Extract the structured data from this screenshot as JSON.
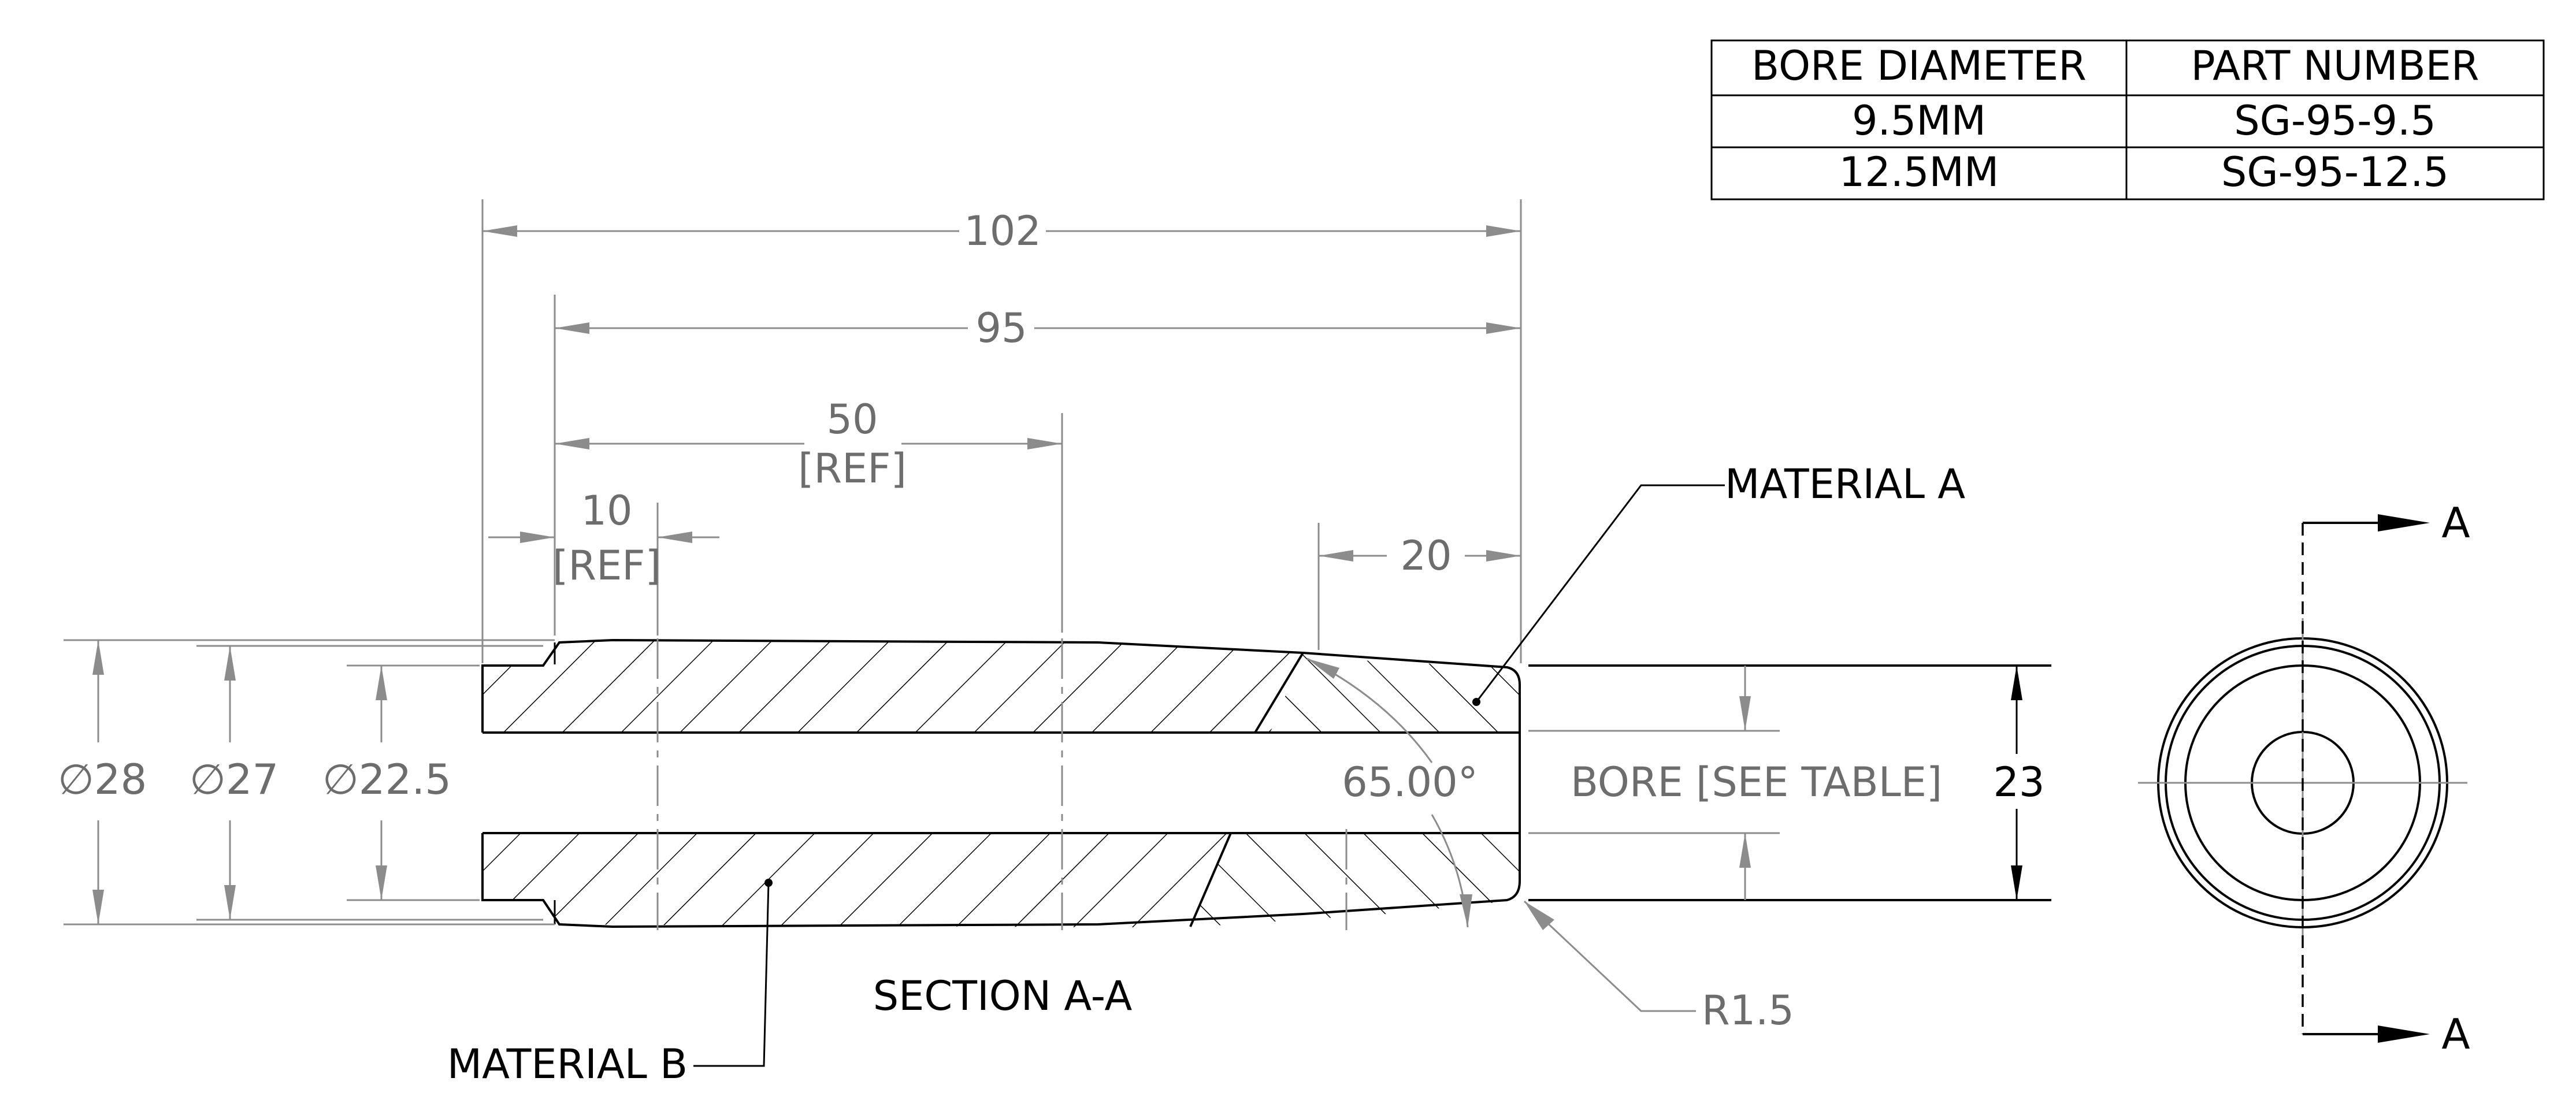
{
  "table": {
    "headers": [
      "BORE DIAMETER",
      "PART NUMBER"
    ],
    "rows": [
      [
        "9.5MM",
        "SG-95-9.5"
      ],
      [
        "12.5MM",
        "SG-95-12.5"
      ]
    ]
  },
  "dimensions": {
    "overall_length": "102",
    "length_95": "95",
    "length_50": "50",
    "length_50_note": "[REF]",
    "length_10": "10",
    "length_10_note": "[REF]",
    "length_20": "20",
    "diameter_28": "28",
    "diameter_27": "27",
    "diameter_22_5": "22.5",
    "diameter_symbol": "∅",
    "angle": "65.00°",
    "bore_label": "BORE [SEE TABLE]",
    "height_23": "23",
    "radius": "R1.5"
  },
  "labels": {
    "material_a": "MATERIAL A",
    "material_b": "MATERIAL B",
    "section_title": "SECTION A-A",
    "section_marker_top": "A",
    "section_marker_bottom": "A"
  }
}
